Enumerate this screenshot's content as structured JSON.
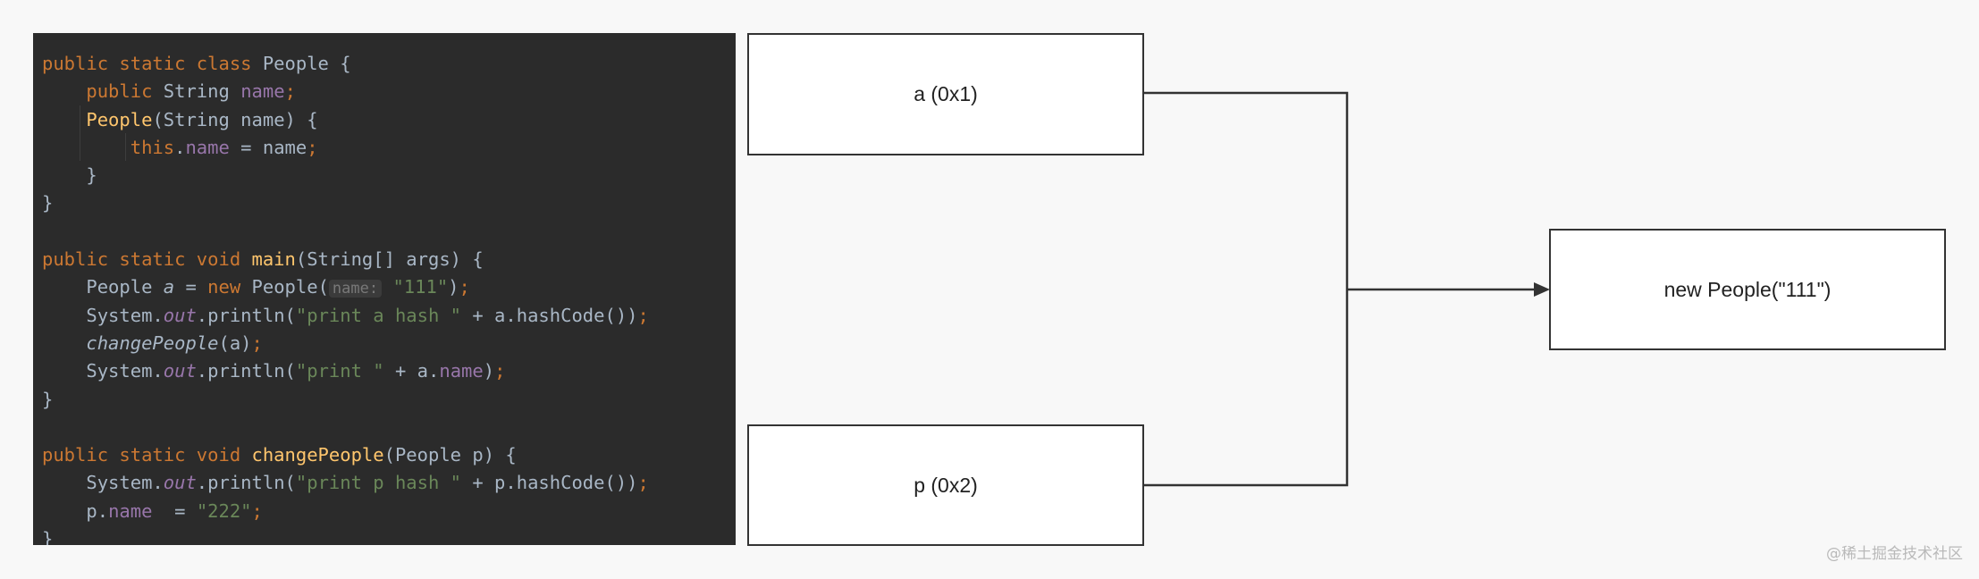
{
  "code": {
    "lines": [
      [
        {
          "t": "public static class ",
          "k": "kw"
        },
        {
          "t": "People {",
          "k": "plain"
        }
      ],
      [
        {
          "t": "    ",
          "k": "plain"
        },
        {
          "t": "public ",
          "k": "kw"
        },
        {
          "t": "String ",
          "k": "plain"
        },
        {
          "t": "name",
          "k": "field"
        },
        {
          "t": ";",
          "k": "kw"
        }
      ],
      [
        {
          "t": "    ",
          "k": "plain"
        },
        {
          "t": "People",
          "k": "fn"
        },
        {
          "t": "(String name) {",
          "k": "plain"
        }
      ],
      [
        {
          "t": "        ",
          "k": "plain"
        },
        {
          "t": "this",
          "k": "kw"
        },
        {
          "t": ".",
          "k": "plain"
        },
        {
          "t": "name",
          "k": "field"
        },
        {
          "t": " = name",
          "k": "plain"
        },
        {
          "t": ";",
          "k": "kw"
        }
      ],
      [
        {
          "t": "    }",
          "k": "plain"
        }
      ],
      [
        {
          "t": "}",
          "k": "plain"
        }
      ],
      [],
      [
        {
          "t": "public static void ",
          "k": "kw"
        },
        {
          "t": "main",
          "k": "fn"
        },
        {
          "t": "(String[] args) {",
          "k": "plain"
        }
      ],
      [
        {
          "t": "    People ",
          "k": "plain"
        },
        {
          "t": "a",
          "k": "italic"
        },
        {
          "t": " = ",
          "k": "plain"
        },
        {
          "t": "new ",
          "k": "kw"
        },
        {
          "t": "People(",
          "k": "plain"
        },
        {
          "t": "name:",
          "k": "hint"
        },
        {
          "t": " ",
          "k": "plain"
        },
        {
          "t": "\"111\"",
          "k": "str"
        },
        {
          "t": ")",
          "k": "plain"
        },
        {
          "t": ";",
          "k": "kw"
        }
      ],
      [
        {
          "t": "    System.",
          "k": "plain"
        },
        {
          "t": "out",
          "k": "static"
        },
        {
          "t": ".println(",
          "k": "plain"
        },
        {
          "t": "\"print a hash \"",
          "k": "str"
        },
        {
          "t": " + a.hashCode())",
          "k": "plain"
        },
        {
          "t": ";",
          "k": "kw"
        }
      ],
      [
        {
          "t": "    ",
          "k": "plain"
        },
        {
          "t": "changePeople",
          "k": "italic"
        },
        {
          "t": "(a)",
          "k": "plain"
        },
        {
          "t": ";",
          "k": "kw"
        }
      ],
      [
        {
          "t": "    System.",
          "k": "plain"
        },
        {
          "t": "out",
          "k": "static"
        },
        {
          "t": ".println(",
          "k": "plain"
        },
        {
          "t": "\"print \"",
          "k": "str"
        },
        {
          "t": " + a.",
          "k": "plain"
        },
        {
          "t": "name",
          "k": "field"
        },
        {
          "t": ")",
          "k": "plain"
        },
        {
          "t": ";",
          "k": "kw"
        }
      ],
      [
        {
          "t": "}",
          "k": "plain"
        }
      ],
      [],
      [
        {
          "t": "public static void ",
          "k": "kw"
        },
        {
          "t": "changePeople",
          "k": "fn"
        },
        {
          "t": "(People p) {",
          "k": "plain"
        }
      ],
      [
        {
          "t": "    System.",
          "k": "plain"
        },
        {
          "t": "out",
          "k": "static"
        },
        {
          "t": ".println(",
          "k": "plain"
        },
        {
          "t": "\"print p hash \"",
          "k": "str"
        },
        {
          "t": " + p.hashCode())",
          "k": "plain"
        },
        {
          "t": ";",
          "k": "kw"
        }
      ],
      [
        {
          "t": "    p.",
          "k": "plain"
        },
        {
          "t": "name",
          "k": "field"
        },
        {
          "t": "  = ",
          "k": "plain"
        },
        {
          "t": "\"222\"",
          "k": "str"
        },
        {
          "t": ";",
          "k": "kw"
        }
      ],
      [
        {
          "t": "}",
          "k": "plain"
        }
      ]
    ]
  },
  "diagram": {
    "box_a": "a (0x1)",
    "box_p": "p (0x2)",
    "box_people": "new People(\"111\")"
  },
  "watermark": "@稀土掘金技术社区",
  "colors": {
    "code_bg": "#2b2b2b",
    "keyword": "#cc7832",
    "function": "#ffc66d",
    "field": "#9876aa",
    "string": "#6a8759",
    "text": "#a9b7c6",
    "line": "#333333"
  }
}
